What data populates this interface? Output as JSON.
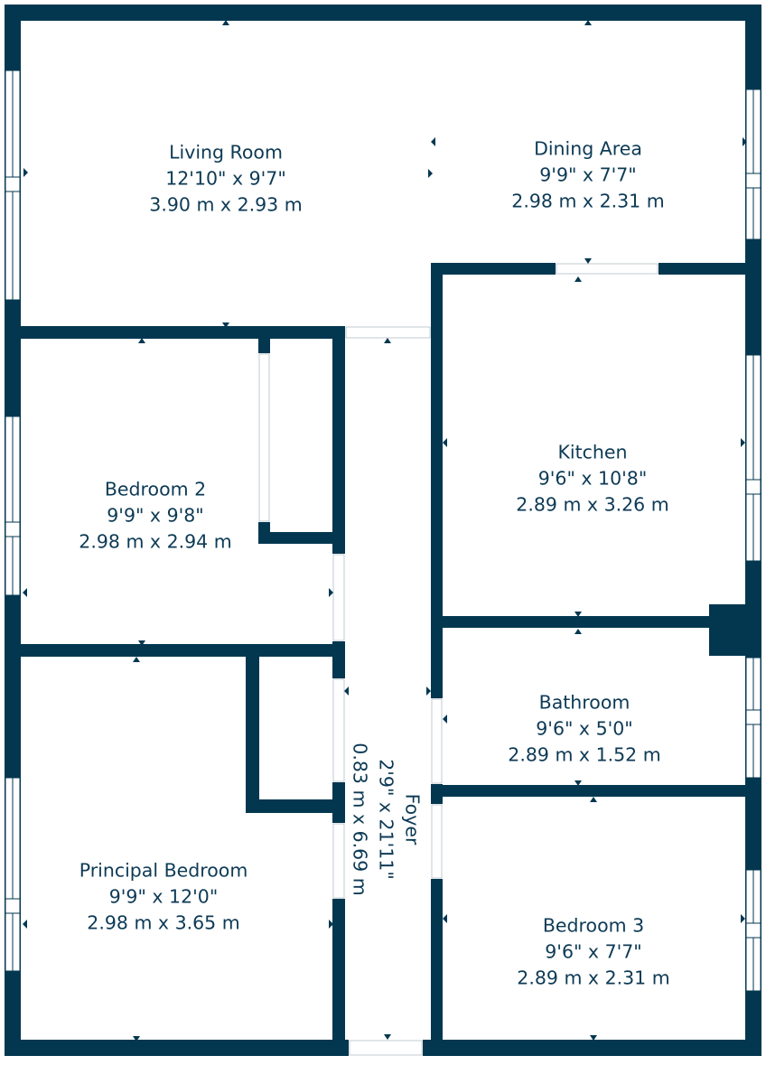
{
  "plan": {
    "colors": {
      "wall": "#033750",
      "text": "#0d3a55",
      "background": "#ffffff"
    },
    "rooms": [
      {
        "id": "living-room",
        "name": "Living Room",
        "imperial": "12'10\" x 9'7\"",
        "metric": "3.90 m x 2.93 m"
      },
      {
        "id": "dining-area",
        "name": "Dining Area",
        "imperial": "9'9\" x 7'7\"",
        "metric": "2.98 m x 2.31 m"
      },
      {
        "id": "kitchen",
        "name": "Kitchen",
        "imperial": "9'6\" x 10'8\"",
        "metric": "2.89 m x 3.26 m"
      },
      {
        "id": "bedroom-2",
        "name": "Bedroom 2",
        "imperial": "9'9\" x 9'8\"",
        "metric": "2.98 m x 2.94 m"
      },
      {
        "id": "bathroom",
        "name": "Bathroom",
        "imperial": "9'6\" x 5'0\"",
        "metric": "2.89 m x 1.52 m"
      },
      {
        "id": "foyer",
        "name": "Foyer",
        "imperial": "2'9\" x 21'11\"",
        "metric": "0.83 m x 6.69 m"
      },
      {
        "id": "principal-bedroom",
        "name": "Principal Bedroom",
        "imperial": "9'9\" x 12'0\"",
        "metric": "2.98 m x 3.65 m"
      },
      {
        "id": "bedroom-3",
        "name": "Bedroom 3",
        "imperial": "9'6\" x 7'7\"",
        "metric": "2.89 m x 2.31 m"
      }
    ]
  }
}
